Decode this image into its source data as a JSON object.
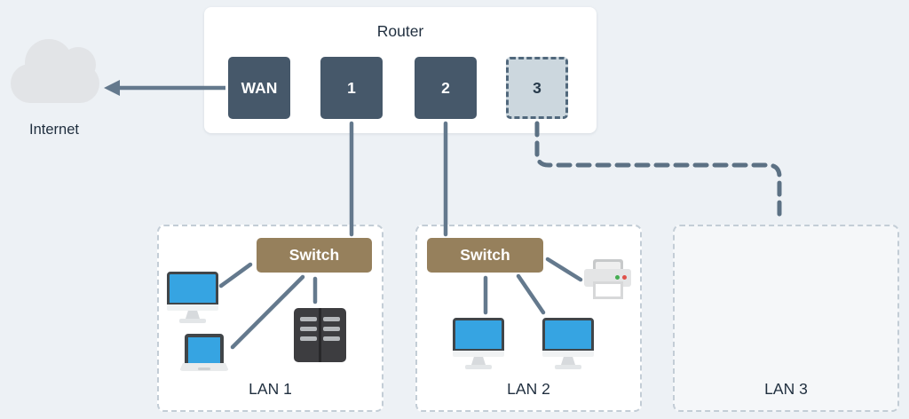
{
  "internet": {
    "label": "Internet",
    "icon": "cloud-icon"
  },
  "router": {
    "title": "Router",
    "ports": [
      {
        "label": "WAN",
        "state": "active"
      },
      {
        "label": "1",
        "state": "active"
      },
      {
        "label": "2",
        "state": "active"
      },
      {
        "label": "3",
        "state": "inactive"
      }
    ]
  },
  "lans": [
    {
      "label": "LAN 1",
      "switch_label": "Switch",
      "devices": [
        {
          "type": "desktop"
        },
        {
          "type": "laptop"
        },
        {
          "type": "server"
        }
      ]
    },
    {
      "label": "LAN 2",
      "switch_label": "Switch",
      "devices": [
        {
          "type": "desktop"
        },
        {
          "type": "desktop"
        },
        {
          "type": "printer"
        }
      ]
    },
    {
      "label": "LAN 3",
      "switch_label": "",
      "devices": []
    }
  ],
  "connections": [
    {
      "from": "router-wan",
      "to": "internet",
      "style": "arrow"
    },
    {
      "from": "router-port-1",
      "to": "lan1-switch",
      "style": "solid"
    },
    {
      "from": "router-port-2",
      "to": "lan2-switch",
      "style": "solid"
    },
    {
      "from": "router-port-3",
      "to": "lan3",
      "style": "dashed"
    },
    {
      "from": "lan1-switch",
      "to": "lan1-desktop",
      "style": "solid"
    },
    {
      "from": "lan1-switch",
      "to": "lan1-laptop",
      "style": "solid"
    },
    {
      "from": "lan1-switch",
      "to": "lan1-server",
      "style": "solid"
    },
    {
      "from": "lan2-switch",
      "to": "lan2-desktop-1",
      "style": "solid"
    },
    {
      "from": "lan2-switch",
      "to": "lan2-desktop-2",
      "style": "solid"
    },
    {
      "from": "lan2-switch",
      "to": "lan2-printer",
      "style": "solid"
    }
  ],
  "colors": {
    "background": "#edf1f5",
    "panel": "#ffffff",
    "port_active": "#46586a",
    "port_inactive_bg": "#ccd7de",
    "port_inactive_border": "#51687c",
    "switch": "#96805c",
    "line": "#64798d",
    "dashed_line": "#5c7184",
    "lan_border": "#c3cdd6",
    "text": "#1f2e3e",
    "cloud": "#e2e4e7",
    "screen_blue": "#36a4e2"
  }
}
